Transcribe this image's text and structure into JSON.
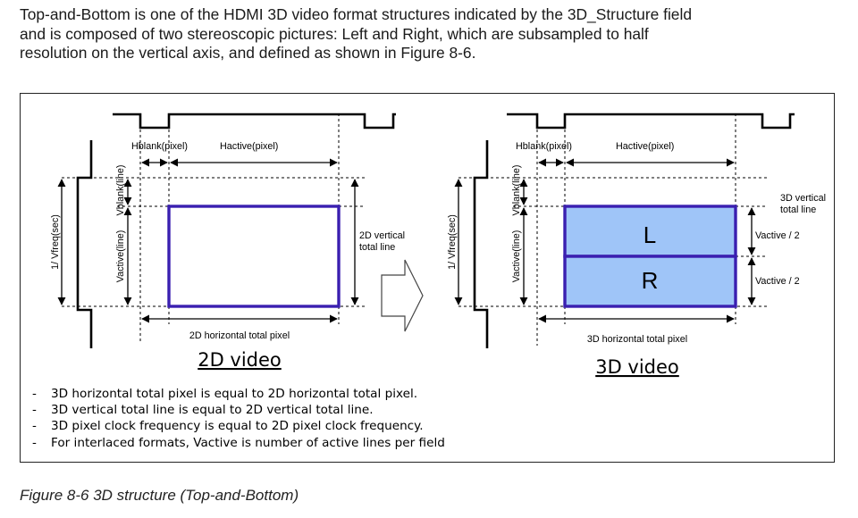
{
  "intro": {
    "line1": "Top-and-Bottom is one of the HDMI 3D video format structures indicated by the 3D_Structure field",
    "line2": "and is composed of two stereoscopic pictures: Left and Right, which are subsampled to half",
    "line3": "resolution on the vertical axis, and defined as shown in Figure 8-6."
  },
  "diagram_2d": {
    "hblank": "Hblank(pixel)",
    "hactive": "Hactive(pixel)",
    "vblank": "Vblank(line)",
    "vactive": "Vactive(line)",
    "vfreq": "1/ Vfreq(sec)",
    "vertical_total": [
      "2D vertical",
      "total line"
    ],
    "horizontal_total": "2D horizontal total pixel",
    "title": "2D video"
  },
  "diagram_3d": {
    "hblank": "Hblank(pixel)",
    "hactive": "Hactive(pixel)",
    "vblank": "Vblank(line)",
    "vactive": "Vactive(line)",
    "vfreq": "1/ Vfreq(sec)",
    "vertical_total": [
      "3D vertical",
      "total line"
    ],
    "vactive_half_top": "Vactive / 2",
    "vactive_half_bottom": "Vactive / 2",
    "left_label": "L",
    "right_label": "R",
    "horizontal_total": "3D horizontal total pixel",
    "title": "3D video"
  },
  "colors": {
    "frame_border": "#3a1fb0",
    "frame_fill_3d": "#9fc5f8"
  },
  "notes": [
    "3D horizontal total pixel is equal to 2D horizontal total pixel.",
    "3D vertical total line is equal to 2D vertical total line.",
    "3D pixel clock frequency is equal to 2D pixel clock frequency.",
    "For interlaced formats, Vactive is number of active lines per field"
  ],
  "bullet": "-",
  "caption": "Figure 8-6 3D structure (Top-and-Bottom)"
}
